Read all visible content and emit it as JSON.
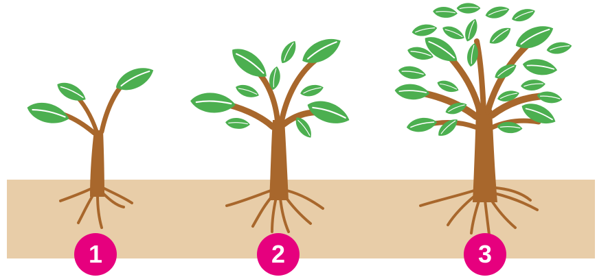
{
  "colors": {
    "soil": "#E8CDA8",
    "trunk": "#A8672C",
    "leaf": "#4CAF50",
    "leaf_vein": "#FFFFFF",
    "badge": "#E6007E"
  },
  "stages": [
    {
      "number": "1",
      "icon": "seedling-icon"
    },
    {
      "number": "2",
      "icon": "young-tree-icon"
    },
    {
      "number": "3",
      "icon": "grown-tree-icon"
    }
  ]
}
